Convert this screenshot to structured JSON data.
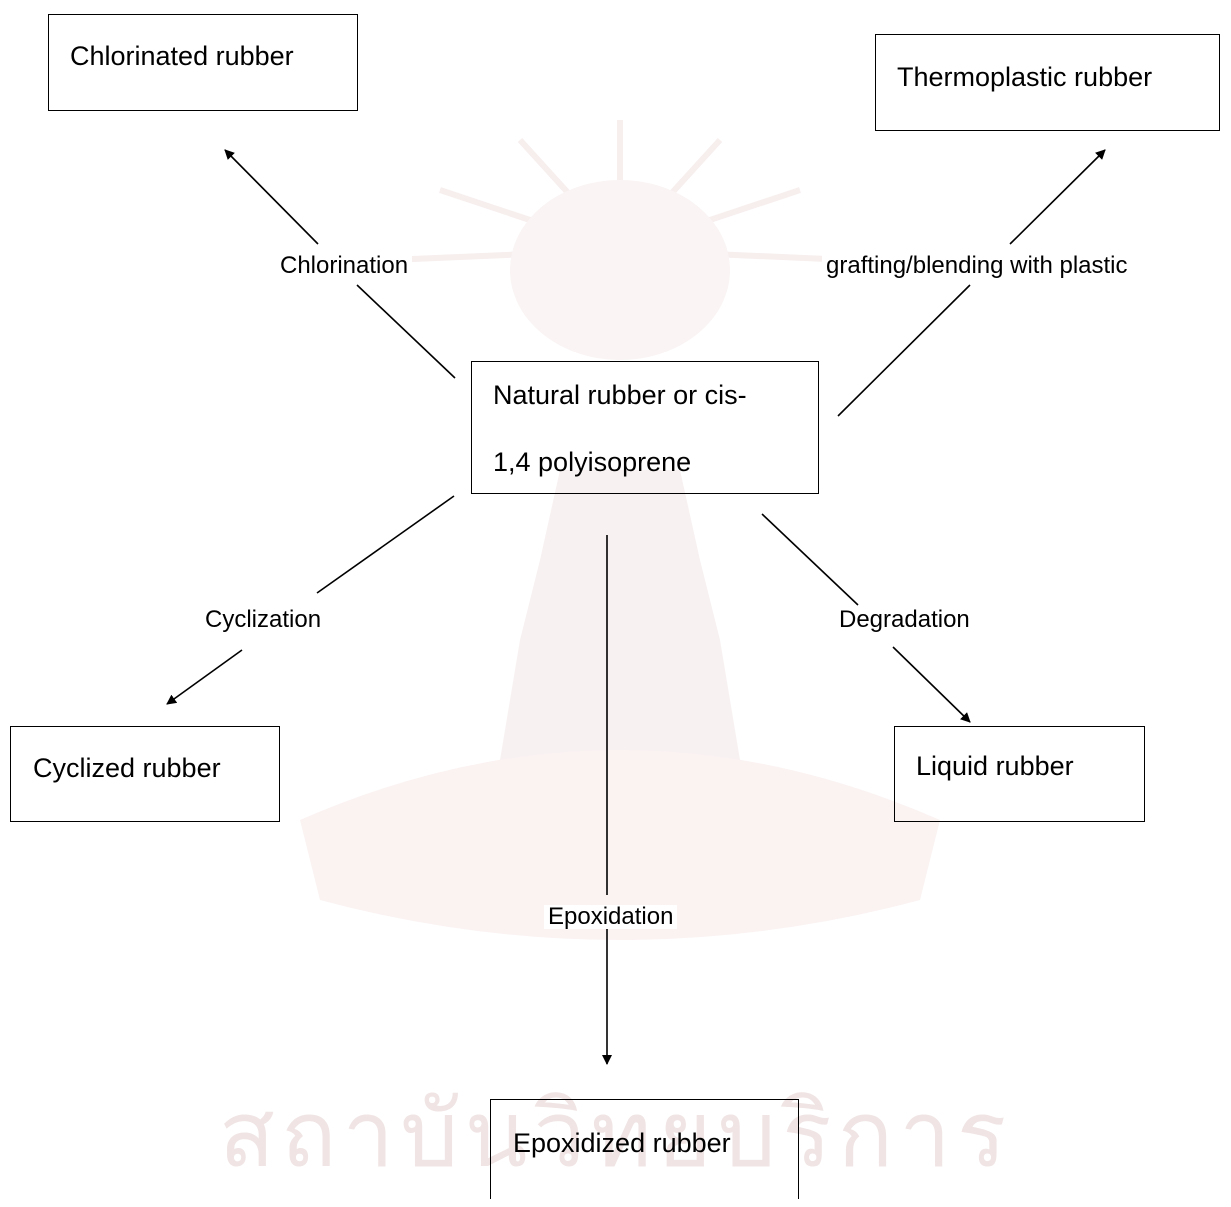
{
  "nodes": {
    "center_line1": "Natural rubber or cis-",
    "center_line2": "1,4 polyisoprene",
    "chlorinated": "Chlorinated rubber",
    "thermoplastic": "Thermoplastic rubber",
    "cyclized": "Cyclized rubber",
    "liquid": "Liquid rubber",
    "epoxidized": "Epoxidized rubber"
  },
  "reactions": {
    "chlorination": "Chlorination",
    "grafting": "grafting/blending with plastic",
    "cyclization": "Cyclization",
    "degradation": "Degradation",
    "epoxidation": "Epoxidation"
  },
  "watermark": {
    "text": "สถาบันวิทยบริการ",
    "color": "#f0e4e4"
  }
}
